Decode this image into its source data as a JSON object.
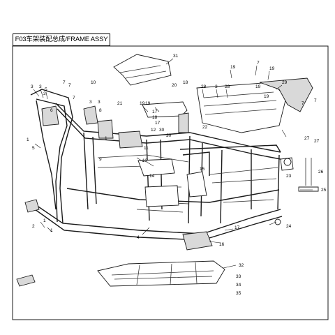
{
  "title": "F03车架装配总成/FRAME ASSY",
  "callouts": [
    {
      "id": "c31a",
      "label": "31"
    },
    {
      "id": "c19a",
      "label": "19"
    },
    {
      "id": "c7a",
      "label": "7"
    },
    {
      "id": "c19b",
      "label": "19"
    },
    {
      "id": "c29",
      "label": "29"
    },
    {
      "id": "c3a",
      "label": "3"
    },
    {
      "id": "c3b",
      "label": "3"
    },
    {
      "id": "c5a",
      "label": "5"
    },
    {
      "id": "c7b",
      "label": "7"
    },
    {
      "id": "c7c",
      "label": "7"
    },
    {
      "id": "c3c",
      "label": "3"
    },
    {
      "id": "c7d",
      "label": "7"
    },
    {
      "id": "c7e",
      "label": "7"
    },
    {
      "id": "c7f",
      "label": "7"
    },
    {
      "id": "c10",
      "label": "10"
    },
    {
      "id": "c19c",
      "label": "19"
    },
    {
      "id": "c20a",
      "label": "20"
    },
    {
      "id": "c18a",
      "label": "18"
    },
    {
      "id": "c28a",
      "label": "28"
    },
    {
      "id": "c3d",
      "label": "3"
    },
    {
      "id": "c28b",
      "label": "28"
    },
    {
      "id": "c19d",
      "label": "19"
    },
    {
      "id": "c19e",
      "label": "19"
    },
    {
      "id": "c21",
      "label": "21"
    },
    {
      "id": "c3e",
      "label": "3"
    },
    {
      "id": "c3f",
      "label": "3"
    },
    {
      "id": "c8",
      "label": "8"
    },
    {
      "id": "c19f",
      "label": "19"
    },
    {
      "id": "c17a",
      "label": "17"
    },
    {
      "id": "c6a",
      "label": "6"
    },
    {
      "id": "c1a",
      "label": "1"
    },
    {
      "id": "c5b",
      "label": "5"
    },
    {
      "id": "c18b",
      "label": "18"
    },
    {
      "id": "c17b",
      "label": "17"
    },
    {
      "id": "c12",
      "label": "12"
    },
    {
      "id": "c30a",
      "label": "30"
    },
    {
      "id": "c30b",
      "label": "30"
    },
    {
      "id": "c22",
      "label": "22"
    },
    {
      "id": "c27a",
      "label": "27"
    },
    {
      "id": "c27b",
      "label": "27"
    },
    {
      "id": "c1b",
      "label": "1"
    },
    {
      "id": "c11",
      "label": "11"
    },
    {
      "id": "c9",
      "label": "9"
    },
    {
      "id": "c13",
      "label": "13"
    },
    {
      "id": "c14",
      "label": "14"
    },
    {
      "id": "c15",
      "label": "15"
    },
    {
      "id": "c23",
      "label": "23"
    },
    {
      "id": "c26",
      "label": "26"
    },
    {
      "id": "c25",
      "label": "25"
    },
    {
      "id": "c24",
      "label": "24"
    },
    {
      "id": "c4",
      "label": "4"
    },
    {
      "id": "c17c",
      "label": "17"
    },
    {
      "id": "c16",
      "label": "16"
    },
    {
      "id": "c2",
      "label": "2"
    },
    {
      "id": "c1c",
      "label": "1"
    },
    {
      "id": "c1d",
      "label": "1"
    },
    {
      "id": "c32",
      "label": "32"
    },
    {
      "id": "c33",
      "label": "33"
    },
    {
      "id": "c34",
      "label": "34"
    },
    {
      "id": "c35",
      "label": "35"
    }
  ]
}
